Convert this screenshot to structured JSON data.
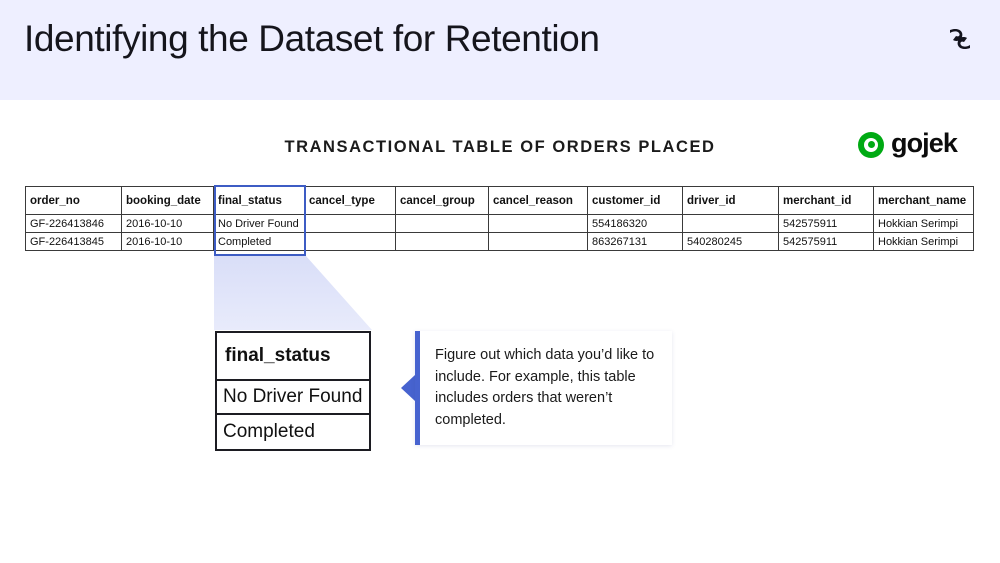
{
  "slide": {
    "title": "Identifying the Dataset for Retention",
    "brand_icon": "revolving-arrows-logo",
    "banner_color": "#eeefff"
  },
  "section": {
    "title": "TRANSACTIONAL TABLE OF ORDERS PLACED",
    "logo_word": "gojek",
    "logo_icon": "gojek-circle-icon",
    "logo_color": "#00aa13"
  },
  "table": {
    "columns": [
      "order_no",
      "booking_date",
      "final_status",
      "cancel_type",
      "cancel_group",
      "cancel_reason",
      "customer_id",
      "driver_id",
      "merchant_id",
      "merchant_name"
    ],
    "rows": [
      [
        "GF-226413846",
        "2016-10-10",
        "No Driver Found",
        "",
        "",
        "",
        "554186320",
        "",
        "542575911",
        "Hokkian Serimpi"
      ],
      [
        "GF-226413845",
        "2016-10-10",
        "Completed",
        "",
        "",
        "",
        "863267131",
        "540280245",
        "542575911",
        "Hokkian Serimpi"
      ]
    ],
    "highlighted_column": "final_status",
    "highlight_color": "#3d5cc4"
  },
  "zoom_callout": {
    "header": "final_status",
    "values": [
      "No Driver Found",
      "Completed"
    ]
  },
  "note": {
    "text": "Figure out which data you’d like to include. For example, this table includes orders that weren’t completed.",
    "accent_color": "#4763cf"
  }
}
